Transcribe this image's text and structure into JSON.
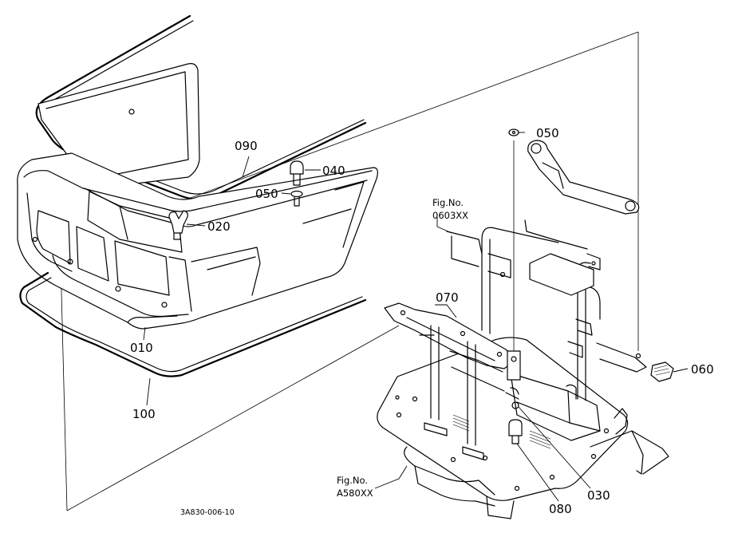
{
  "diagram": {
    "drawing_number": "3A830-006-10",
    "callouts": [
      {
        "id": "090",
        "label": "090"
      },
      {
        "id": "040",
        "label": "040"
      },
      {
        "id": "050a",
        "label": "050"
      },
      {
        "id": "050b",
        "label": "050"
      },
      {
        "id": "020",
        "label": "020"
      },
      {
        "id": "010",
        "label": "010"
      },
      {
        "id": "100",
        "label": "100"
      },
      {
        "id": "070",
        "label": "070"
      },
      {
        "id": "060",
        "label": "060"
      },
      {
        "id": "030",
        "label": "030"
      },
      {
        "id": "080",
        "label": "080"
      }
    ],
    "figure_refs": [
      {
        "line1": "Fig.No.",
        "line2": "0603XX"
      },
      {
        "line1": "Fig.No.",
        "line2": "A580XX"
      }
    ]
  }
}
